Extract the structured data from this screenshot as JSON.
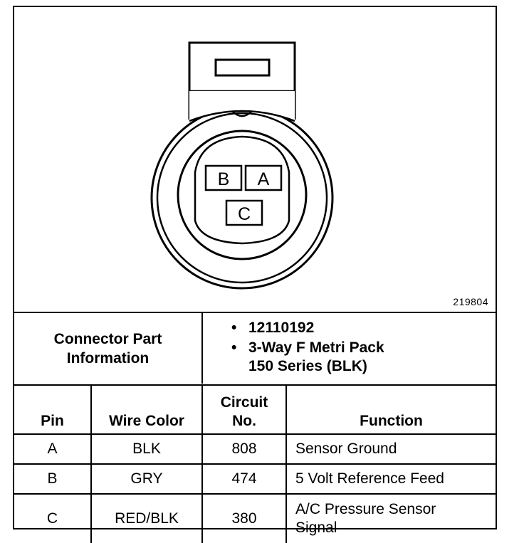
{
  "figure_number": "219804",
  "connector": {
    "cavities": [
      "A",
      "B",
      "C"
    ]
  },
  "part_info": {
    "label_line1": "Connector Part",
    "label_line2": "Information",
    "part_number": "12110192",
    "description_line1": "3-Way F Metri Pack",
    "description_line2": "150 Series (BLK)"
  },
  "pin_table": {
    "headers": {
      "pin": "Pin",
      "wire_color": "Wire Color",
      "circuit_line1": "Circuit",
      "circuit_line2": "No.",
      "function": "Function"
    },
    "rows": [
      {
        "pin": "A",
        "wire_color": "BLK",
        "circuit": "808",
        "function_line1": "Sensor Ground",
        "function_line2": ""
      },
      {
        "pin": "B",
        "wire_color": "GRY",
        "circuit": "474",
        "function_line1": "5 Volt Reference Feed",
        "function_line2": ""
      },
      {
        "pin": "C",
        "wire_color": "RED/BLK",
        "circuit": "380",
        "function_line1": "A/C Pressure Sensor",
        "function_line2": "Signal"
      }
    ]
  }
}
